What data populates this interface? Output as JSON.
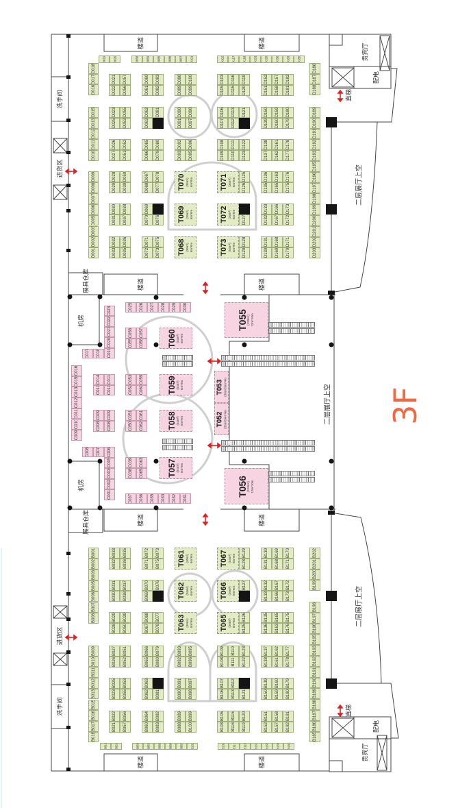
{
  "floor_label": "3F",
  "colors": {
    "booth_green": "#e2ebc3",
    "booth_pink": "#f6d4e1",
    "floor_label": "#ee6a43",
    "arrow": "#e02020"
  },
  "labels": {
    "washroom": "洗手间",
    "loading_area": "进货区",
    "stairs": "楼道",
    "storage": "展具仓库",
    "machine_room": "机房",
    "vip_room": "贵宾厅",
    "power_room": "配电",
    "elevator": "直梯",
    "void_2f": "二层展厅上空"
  },
  "booth_blocks": [
    {
      "theme": "green",
      "cols": [
        [
          "D016",
          "D017",
          "D018"
        ]
      ]
    },
    {
      "theme": "green",
      "cols": [
        [
          "D010",
          "D011",
          "D012",
          "D013",
          "D015"
        ]
      ]
    },
    {
      "theme": "green",
      "cols": [
        [
          "D001",
          "D002",
          "D003",
          "D005",
          "D006",
          "D007",
          "D008",
          "D009"
        ]
      ]
    },
    {
      "theme": "green",
      "cols": [
        [
          "D019"
        ],
        [
          "D020"
        ]
      ]
    },
    {
      "theme": "green",
      "cols": [
        [
          "D058"
        ],
        [
          "D059"
        ],
        [
          "D085"
        ],
        [
          "D086"
        ],
        [
          "D087"
        ],
        [
          "D101"
        ]
      ]
    },
    {
      "theme": "green",
      "cols": [
        [
          "D102"
        ],
        [
          "D117"
        ],
        [
          "D118"
        ],
        [
          "D153"
        ],
        [
          "D155"
        ],
        [
          "D156"
        ],
        [
          "D183"
        ],
        [
          "D185"
        ]
      ]
    },
    {
      "theme": "green",
      "cols": [
        [
          "D022",
          "D021"
        ],
        [
          "D056",
          "D057"
        ]
      ]
    },
    {
      "theme": "green",
      "cols": [
        [
          "D025",
          "D023"
        ],
        [
          "D053",
          "D055"
        ]
      ]
    },
    {
      "theme": "green",
      "cols": [
        [
          "D027",
          "D026"
        ],
        [
          "D051",
          "D052"
        ]
      ]
    },
    {
      "theme": "green",
      "cols": [
        [
          "D029",
          "D028"
        ],
        [
          "D039",
          "D050"
        ]
      ]
    },
    {
      "theme": "green",
      "cols": [
        [
          "D031",
          "D030"
        ],
        [
          "D037",
          "D038"
        ]
      ]
    },
    {
      "theme": "green",
      "cols": [
        [
          "D033",
          "D032"
        ],
        [
          "D035",
          "D036"
        ]
      ]
    },
    {
      "theme": "green",
      "cols": [
        [
          "D061",
          "D060"
        ],
        [
          "D082",
          "D083"
        ]
      ]
    },
    {
      "theme": "green",
      "cols": [
        [
          "D063",
          "D062"
        ],
        [
          null,
          "D081"
        ]
      ]
    },
    {
      "theme": "green",
      "cols": [
        [
          "D066",
          "D065"
        ],
        [
          "D079",
          "D080"
        ]
      ]
    },
    {
      "theme": "green",
      "cols": [
        [
          "D068",
          "D067"
        ],
        [
          "D077",
          "D078"
        ]
      ]
    },
    {
      "theme": "green",
      "cols": [
        [
          "D070",
          "D069"
        ],
        [
          "D076",
          null
        ]
      ]
    },
    {
      "theme": "green",
      "cols": [
        [
          "D072",
          "D071"
        ],
        [
          "D073",
          "D075"
        ]
      ]
    },
    {
      "theme": "green",
      "cols": [
        [
          "D089",
          "D088"
        ],
        [
          "D099",
          "D100"
        ]
      ]
    },
    {
      "theme": "green",
      "cols": [
        [
          "D091",
          "D090"
        ],
        [
          "D097",
          "D098"
        ]
      ]
    },
    {
      "theme": "green",
      "cols": [
        [
          "D093",
          "D092"
        ],
        [
          "D095",
          "D096"
        ]
      ]
    },
    {
      "theme": "green",
      "cols": [
        [
          "D105",
          "D103"
        ],
        [
          "D115",
          "D116"
        ],
        [
          "D120",
          "D119"
        ]
      ]
    },
    {
      "theme": "green",
      "cols": [
        [
          "D107",
          "D106"
        ],
        [
          "D112",
          "D113"
        ],
        [
          null,
          "D121"
        ]
      ]
    },
    {
      "theme": "green",
      "cols": [
        [
          "D109",
          "D108"
        ],
        [
          "D110",
          "D111"
        ],
        [
          "D123",
          "D122"
        ]
      ]
    },
    {
      "theme": "green",
      "cols": [
        [
          "D126",
          "D125"
        ]
      ]
    },
    {
      "theme": "green",
      "cols": [
        [
          "D127",
          null
        ]
      ]
    },
    {
      "theme": "green",
      "cols": [
        [
          "D129",
          "D128"
        ]
      ]
    },
    {
      "theme": "green",
      "cols": [
        [
          "D151",
          "D152"
        ],
        [
          "D158",
          "D157"
        ],
        [
          "D181",
          "D182"
        ]
      ]
    },
    {
      "theme": "green",
      "cols": [
        [
          "D139",
          "D150"
        ],
        [
          "D160",
          "D159"
        ],
        [
          "D179",
          "D180"
        ]
      ]
    },
    {
      "theme": "green",
      "cols": [
        [
          "D137",
          "D138"
        ],
        [
          "D162",
          "D161"
        ],
        [
          "D177",
          "D178"
        ]
      ]
    },
    {
      "theme": "green",
      "cols": [
        [
          "D135",
          "D136"
        ],
        [
          "D165",
          "D163"
        ],
        [
          "D175",
          "D176"
        ]
      ]
    },
    {
      "theme": "green",
      "cols": [
        [
          "D132",
          "D133"
        ],
        [
          "D167",
          "D166"
        ],
        [
          "D172",
          "D173"
        ]
      ]
    },
    {
      "theme": "green",
      "cols": [
        [
          "D130",
          "D131"
        ],
        [
          "D169",
          "D168"
        ],
        [
          "D170",
          "D171"
        ]
      ]
    },
    {
      "theme": "green",
      "cols": [
        [
          "D188",
          "D187",
          "D186"
        ]
      ]
    },
    {
      "theme": "green",
      "cols": [
        [
          "D203",
          "D202",
          "D201",
          "D200",
          "D199",
          "D198",
          "D197",
          "D196",
          "D195",
          "D193",
          "D192",
          "D191",
          "D190",
          "D189"
        ]
      ]
    },
    {
      "theme": "pink",
      "cols": [
        [
          "C025"
        ],
        [
          "C026"
        ],
        [
          "C027"
        ],
        [
          "C028"
        ],
        [
          "C029"
        ],
        [
          "C030"
        ]
      ]
    },
    {
      "theme": "pink",
      "cols": [
        [
          "C019",
          "C020",
          "C021",
          "C022",
          "C023"
        ]
      ]
    },
    {
      "theme": "pink",
      "cols": [
        [
          "C017"
        ],
        [
          "C018"
        ]
      ]
    },
    {
      "theme": "pink",
      "cols": [
        [
          "C055",
          "C056"
        ],
        [
          "C058",
          "C057"
        ]
      ]
    },
    {
      "theme": "pink",
      "cols": [
        [
          "C009",
          "C010",
          "C011",
          "C012",
          "C013",
          "C015",
          "C016"
        ]
      ]
    },
    {
      "theme": "pink",
      "cols": [
        [
          "C010",
          "C014"
        ],
        [
          "C010",
          "C011"
        ]
      ]
    },
    {
      "theme": "pink",
      "cols": [
        [
          "C052",
          "C053"
        ],
        [
          "C060",
          "C059"
        ]
      ]
    },
    {
      "theme": "pink",
      "cols": [
        [
          "C008",
          "C009"
        ],
        [
          "C008",
          "C009"
        ]
      ]
    },
    {
      "theme": "pink",
      "cols": [
        [
          "C050",
          "C051"
        ],
        [
          "C062",
          "C061"
        ]
      ]
    },
    {
      "theme": "pink",
      "cols": [
        [
          "C001",
          "C002",
          "C003",
          "C005",
          "C006"
        ]
      ]
    },
    {
      "theme": "pink",
      "cols": [
        [
          "C008"
        ],
        [
          "C007"
        ]
      ]
    },
    {
      "theme": "pink",
      "cols": [
        [
          "C038",
          "C039"
        ],
        [
          "C065",
          "C063"
        ]
      ]
    },
    {
      "theme": "pink",
      "cols": [
        [
          "C037"
        ],
        [
          "C036"
        ],
        [
          "C035"
        ],
        [
          "C033"
        ],
        [
          "C032"
        ],
        [
          "C031"
        ]
      ]
    },
    {
      "theme": "green",
      "cols": [
        [
          "B008",
          "B007",
          "B006",
          "B005",
          "B003",
          "B002",
          "B001"
        ]
      ]
    },
    {
      "theme": "green",
      "cols": [
        [
          "B018",
          "B017",
          "B016",
          "B015",
          "B013",
          "B012",
          "B011",
          "B010",
          "B009"
        ]
      ]
    },
    {
      "theme": "green",
      "cols": [
        [
          "B019"
        ],
        [
          "B020"
        ]
      ]
    },
    {
      "theme": "green",
      "cols": [
        [
          "B058"
        ],
        [
          "B059"
        ],
        [
          "B085"
        ],
        [
          "B086"
        ],
        [
          "B087"
        ],
        [
          "B101"
        ]
      ]
    },
    {
      "theme": "green",
      "cols": [
        [
          "B102"
        ],
        [
          "B117"
        ],
        [
          "B118"
        ],
        [
          "B153"
        ],
        [
          "B155"
        ],
        [
          "B156"
        ],
        [
          "B183"
        ]
      ]
    },
    {
      "theme": "green",
      "cols": [
        [
          "B032",
          "B033"
        ],
        [
          "B036",
          "B035"
        ]
      ]
    },
    {
      "theme": "green",
      "cols": [
        [
          "B030",
          "B031"
        ],
        [
          "B038",
          "B037"
        ]
      ]
    },
    {
      "theme": "green",
      "cols": [
        [
          "B028",
          "B029"
        ],
        [
          "B050",
          "B039"
        ]
      ]
    },
    {
      "theme": "green",
      "cols": [
        [
          "B026",
          "B027"
        ],
        [
          "B052",
          "B051"
        ]
      ]
    },
    {
      "theme": "green",
      "cols": [
        [
          "B023",
          "B025"
        ],
        [
          "B055",
          "B053"
        ]
      ]
    },
    {
      "theme": "green",
      "cols": [
        [
          "B021",
          "B022"
        ],
        [
          "B057",
          "B056"
        ]
      ]
    },
    {
      "theme": "green",
      "cols": [
        [
          "B071",
          "B072"
        ],
        [
          "B075",
          "B073"
        ]
      ]
    },
    {
      "theme": "green",
      "cols": [
        [
          "B069",
          "B070"
        ],
        [
          null,
          "B076"
        ]
      ]
    },
    {
      "theme": "green",
      "cols": [
        [
          "B067",
          "B068"
        ],
        [
          "B078",
          "B077"
        ]
      ]
    },
    {
      "theme": "green",
      "cols": [
        [
          "B065",
          "B066"
        ],
        [
          "B080",
          "B079"
        ]
      ]
    },
    {
      "theme": "green",
      "cols": [
        [
          "B062",
          "B063"
        ],
        [
          "B081",
          null
        ]
      ]
    },
    {
      "theme": "green",
      "cols": [
        [
          "B060",
          "B064"
        ],
        [
          "B083",
          "B082"
        ]
      ]
    },
    {
      "theme": "green",
      "cols": [
        [
          "B092",
          "B093"
        ],
        [
          "B096",
          "B095"
        ]
      ]
    },
    {
      "theme": "green",
      "cols": [
        [
          "B090",
          "B091"
        ],
        [
          "B098",
          "B097"
        ]
      ]
    },
    {
      "theme": "green",
      "cols": [
        [
          "B088",
          "B089"
        ],
        [
          "B100",
          "B099"
        ]
      ]
    },
    {
      "theme": "green",
      "cols": [
        [
          "B128",
          "B129"
        ]
      ]
    },
    {
      "theme": "green",
      "cols": [
        [
          null,
          "B127"
        ]
      ]
    },
    {
      "theme": "green",
      "cols": [
        [
          "B125",
          "B126"
        ]
      ]
    },
    {
      "theme": "green",
      "cols": [
        [
          "B108",
          "B109"
        ],
        [
          "B111",
          "B110"
        ],
        [
          "B122",
          "B123"
        ]
      ]
    },
    {
      "theme": "green",
      "cols": [
        [
          "B106",
          "B107"
        ],
        [
          "B113",
          "B112"
        ],
        [
          "B121",
          null
        ]
      ]
    },
    {
      "theme": "green",
      "cols": [
        [
          "B103",
          "B105"
        ],
        [
          "B116",
          "B115"
        ],
        [
          "B119",
          "B120"
        ]
      ]
    },
    {
      "theme": "green",
      "cols": [
        [
          "B131",
          "B130"
        ],
        [
          "B168",
          "B169"
        ],
        [
          "B171",
          "B170"
        ]
      ]
    },
    {
      "theme": "green",
      "cols": [
        [
          "B133",
          "B132"
        ],
        [
          "B166",
          "B167"
        ],
        [
          "B173",
          "B172"
        ]
      ]
    },
    {
      "theme": "green",
      "cols": [
        [
          "B136",
          "B135"
        ],
        [
          "B163",
          "B165"
        ],
        [
          "B176",
          "B175"
        ]
      ]
    },
    {
      "theme": "green",
      "cols": [
        [
          "B138",
          "B137"
        ],
        [
          "B161",
          "B162"
        ],
        [
          "B178",
          "B177"
        ]
      ]
    },
    {
      "theme": "green",
      "cols": [
        [
          "B150",
          "B139"
        ],
        [
          "B159",
          "B160"
        ],
        [
          "B180",
          "B179"
        ]
      ]
    },
    {
      "theme": "green",
      "cols": [
        [
          "B152",
          "B151"
        ],
        [
          "B157",
          "B158"
        ],
        [
          "B182",
          "B181"
        ]
      ]
    },
    {
      "theme": "green",
      "cols": [
        [
          "B199",
          "B200",
          "B201",
          "B202"
        ]
      ]
    },
    {
      "theme": "green",
      "cols": [
        [
          "B185",
          "B186",
          "B187",
          "B188",
          "B189",
          "B190",
          "B191",
          "B192",
          "B193",
          "B195",
          "B196",
          "B197",
          "B198"
        ]
      ]
    }
  ],
  "feature_booths": [
    {
      "id": "T070",
      "area": "(36m²)",
      "size": "6m*6m",
      "theme": "green"
    },
    {
      "id": "T069",
      "area": "(36m²)",
      "size": "6m*6m",
      "theme": "green"
    },
    {
      "id": "T068",
      "area": "(36m²)",
      "size": "6m*6m",
      "theme": "green"
    },
    {
      "id": "T071",
      "area": "(36m²)",
      "size": "6m*6m",
      "theme": "green"
    },
    {
      "id": "T072",
      "area": "(36m²)",
      "size": "6m*6m",
      "theme": "green"
    },
    {
      "id": "T073",
      "area": "(54m²)",
      "size": "6m*9m",
      "theme": "green"
    },
    {
      "id": "T061",
      "area": "(36m²)",
      "size": "6m*6m",
      "theme": "green"
    },
    {
      "id": "T062",
      "area": "(36m²)",
      "size": "6m*6m",
      "theme": "green"
    },
    {
      "id": "T063",
      "area": "(36m²)",
      "size": "6m*6m",
      "theme": "green"
    },
    {
      "id": "T067",
      "area": "(54m²)",
      "size": "6m*9m",
      "theme": "green"
    },
    {
      "id": "T066",
      "area": "(36m²)",
      "size": "6m*6m",
      "theme": "green"
    },
    {
      "id": "T065",
      "area": "(36m²)",
      "size": "6m*6m",
      "theme": "green"
    },
    {
      "id": "T060",
      "area": "(54m²)",
      "size": "6m*9m",
      "theme": "pink"
    },
    {
      "id": "T059",
      "area": "(54m²)",
      "size": "6m*9m",
      "theme": "pink"
    },
    {
      "id": "T058",
      "area": "(54m²)",
      "size": "6m*9m",
      "theme": "pink"
    },
    {
      "id": "T057",
      "area": "(54m²)",
      "size": "6m*9m",
      "theme": "pink"
    },
    {
      "id": "T055",
      "area": "(120m²)",
      "size": "12m*10m",
      "theme": "pink"
    },
    {
      "id": "T056",
      "area": "(120m²)",
      "size": "12m*10m",
      "theme": "pink"
    },
    {
      "id": "T053",
      "area": "(36m²)",
      "size": "9m*4m",
      "theme": "pink"
    },
    {
      "id": "T052",
      "area": "(36m²)",
      "size": "9m*4m",
      "theme": "pink"
    }
  ]
}
